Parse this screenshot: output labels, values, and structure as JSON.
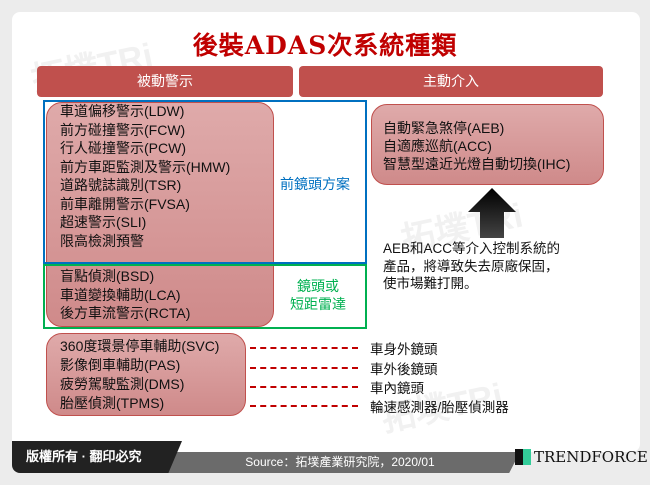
{
  "title": "後裝ADAS次系統種類",
  "headers": {
    "passive": "被動警示",
    "active": "主動介入"
  },
  "passive_front": [
    "車道偏移警示(LDW)",
    "前方碰撞警示(FCW)",
    "行人碰撞警示(PCW)",
    "前方車距監測及警示(HMW)",
    "道路號誌識別(TSR)",
    "前車離開警示(FVSA)",
    "超速警示(SLI)",
    "限高檢測預警"
  ],
  "front_label": "前鏡頭方案",
  "passive_radar": [
    "盲點偵測(BSD)",
    "車道變換輔助(LCA)",
    "後方車流警示(RCTA)"
  ],
  "radar_label": [
    "鏡頭或",
    "短距雷達"
  ],
  "passive_other": [
    "360度環景停車輔助(SVC)",
    "影像倒車輔助(PAS)",
    "疲勞駕駛監測(DMS)",
    "胎壓偵測(TPMS)"
  ],
  "sensors": [
    "車身外鏡頭",
    "車外後鏡頭",
    "車內鏡頭",
    "輪速感測器/胎壓偵測器"
  ],
  "active_items": [
    "自動緊急煞停(AEB)",
    "自適應巡航(ACC)",
    "智慧型遠近光燈自動切換(IHC)"
  ],
  "note": [
    "AEB和ACC等介入控制系統的",
    "產品，將導致失去原廠保固，",
    "使市場難打開。"
  ],
  "footer": {
    "copyright": "版權所有 · 翻印必究",
    "source": "Source：拓墣產業研究院，2020/01",
    "logo": "TRENDFORCE"
  },
  "watermark": "拓墣TRi TOPOLOGY RESEARCH INSTITUTE",
  "colors": {
    "title": "#c00000",
    "header": "#c0504d",
    "front_box": "#0070c0",
    "radar_box": "#00b050"
  }
}
